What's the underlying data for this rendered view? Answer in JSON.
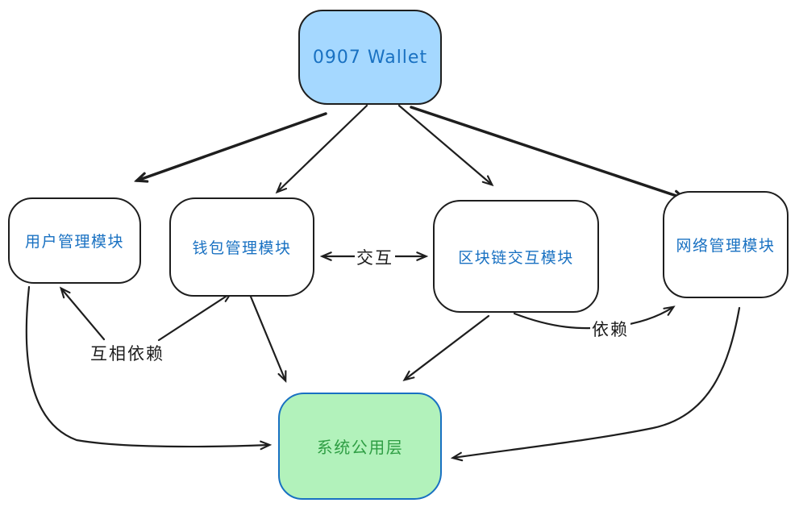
{
  "diagram": {
    "background_color": "#ffffff",
    "stroke_color": "#1e1e1e",
    "accent_blue": "#1971c2",
    "accent_green": "#2f9e44",
    "nodes": {
      "wallet": {
        "label": "0907 Wallet",
        "fill": "#a5d8ff",
        "text_color": "#1971c2",
        "border_color": "#1e1e1e"
      },
      "user": {
        "label": "用户管理模块",
        "fill": "#ffffff",
        "text_color": "#1971c2",
        "border_color": "#1e1e1e"
      },
      "wallet_mgmt": {
        "label": "钱包管理模块",
        "fill": "#ffffff",
        "text_color": "#1971c2",
        "border_color": "#1e1e1e"
      },
      "blockchain": {
        "label": "区块链交互模块",
        "fill": "#ffffff",
        "text_color": "#1971c2",
        "border_color": "#1e1e1e"
      },
      "network": {
        "label": "网络管理模块",
        "fill": "#ffffff",
        "text_color": "#1971c2",
        "border_color": "#1e1e1e"
      },
      "common": {
        "label": "系统公用层",
        "fill": "#b2f2bb",
        "text_color": "#2f9e44",
        "border_color": "#1971c2"
      }
    },
    "edge_labels": {
      "interact": "交互",
      "mutual_dependency": "互相依赖",
      "dependency": "依赖"
    },
    "edges": [
      {
        "from": "wallet",
        "to": "user"
      },
      {
        "from": "wallet",
        "to": "wallet_mgmt"
      },
      {
        "from": "wallet",
        "to": "blockchain"
      },
      {
        "from": "wallet",
        "to": "network"
      },
      {
        "from": "wallet_mgmt",
        "to": "blockchain",
        "label": "交互",
        "bidirectional": true
      },
      {
        "from": "user",
        "to": "wallet_mgmt",
        "label": "互相依赖",
        "bidirectional": true
      },
      {
        "from": "blockchain",
        "to": "network",
        "label": "依赖"
      },
      {
        "from": "wallet_mgmt",
        "to": "common"
      },
      {
        "from": "blockchain",
        "to": "common"
      },
      {
        "from": "user",
        "to": "common"
      },
      {
        "from": "network",
        "to": "common"
      }
    ]
  }
}
